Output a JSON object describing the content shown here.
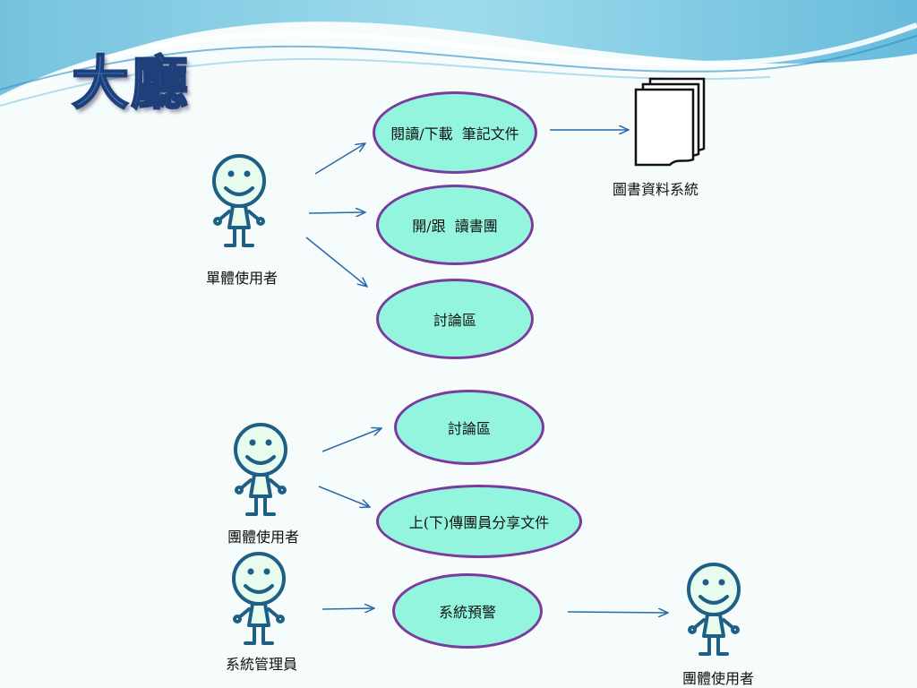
{
  "title": "大廳",
  "document_system_label": "圖書資料系統",
  "actors": [
    {
      "label": "單體使用者"
    },
    {
      "label": "團體使用者"
    },
    {
      "label": "系統管理員"
    },
    {
      "label": "團體使用者"
    }
  ],
  "use_cases": [
    {
      "label": "閱讀/下載  筆記文件"
    },
    {
      "label": "開/跟  讀書團"
    },
    {
      "label": "討論區"
    },
    {
      "label": "討論區"
    },
    {
      "label": "上(下)傳團員分享文件"
    },
    {
      "label": "系統預警"
    }
  ],
  "colors": {
    "oval_fill": "#93f5dd",
    "oval_border": "#7a3a9e",
    "actor_stroke": "#1e5f85",
    "arrow": "#2a6aa8"
  }
}
